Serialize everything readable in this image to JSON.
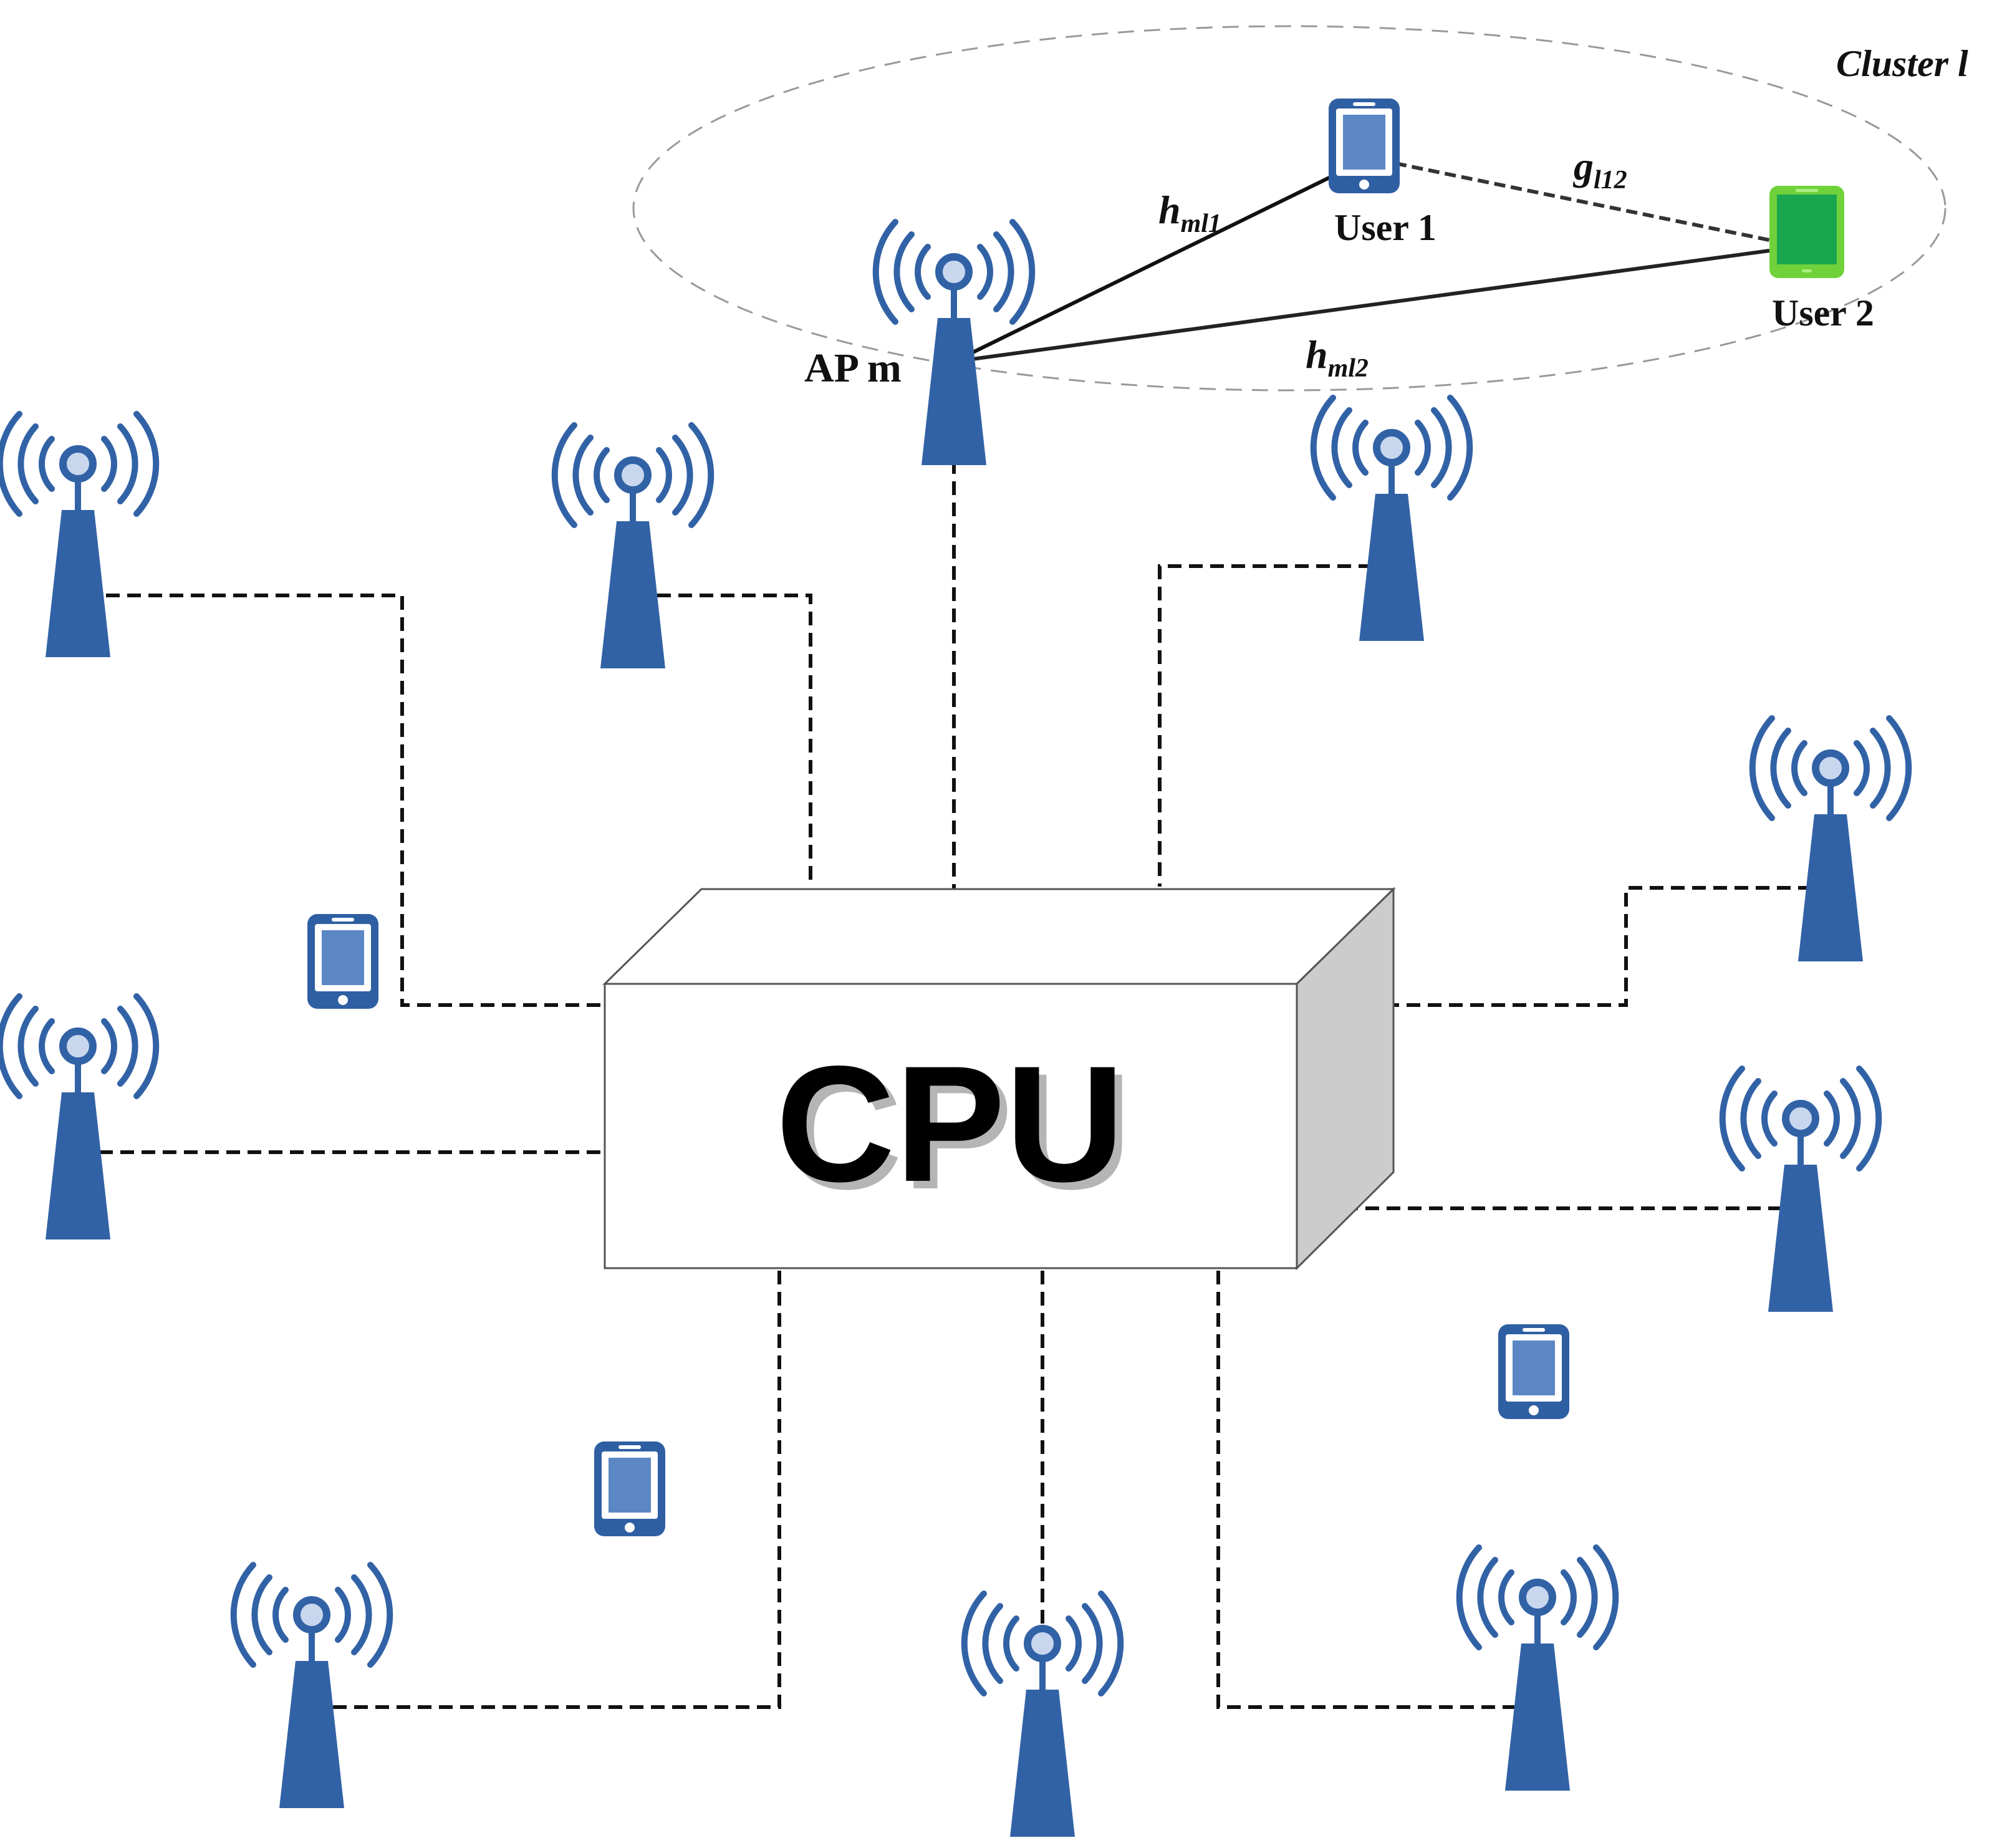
{
  "cpu": {
    "label": "CPU"
  },
  "cluster": {
    "label": "Cluster l"
  },
  "access_points": {
    "ap_m": {
      "label": "AP m"
    }
  },
  "users": {
    "user_1": {
      "label": "User 1"
    },
    "user_2": {
      "label": "User 2"
    }
  },
  "channels": {
    "h_ml1": {
      "symbol": "h",
      "subscript": "ml1"
    },
    "h_ml2": {
      "symbol": "h",
      "subscript": "ml2"
    },
    "g_l12": {
      "symbol": "g",
      "subscript": "l12"
    }
  },
  "colors": {
    "ap": "#3262a6",
    "device": "#2f5fa3",
    "device_screen": "#5b87c5",
    "user2_device": "#6fd23a",
    "user2_screen": "#1aa64f",
    "cpu_side": "#cccccc",
    "dashed_link": "#111111",
    "cluster_outline": "#999999"
  }
}
